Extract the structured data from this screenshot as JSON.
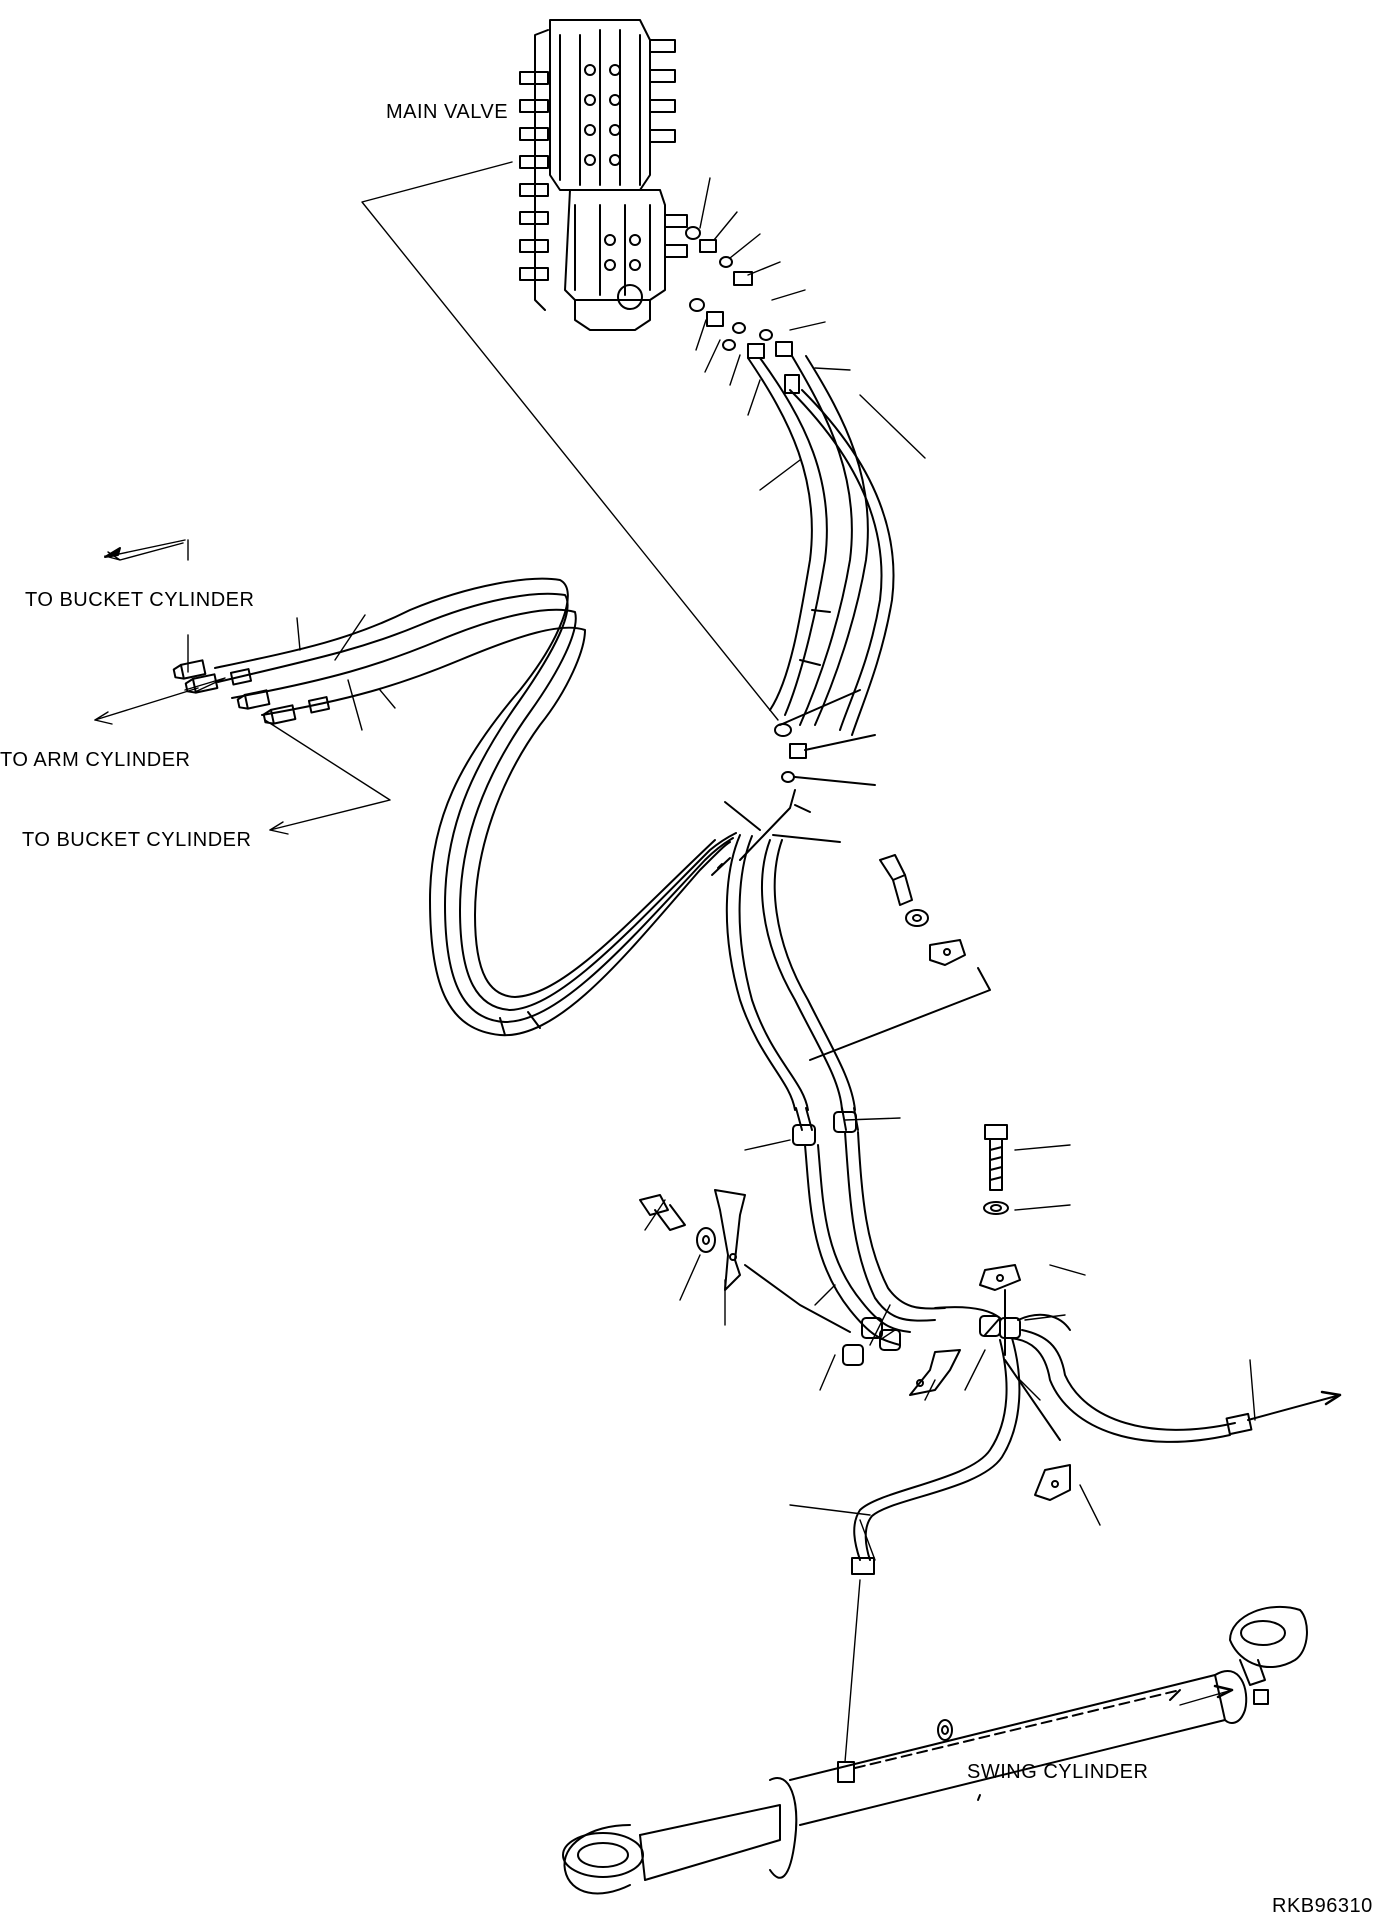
{
  "labels": {
    "main_valve": "MAIN VALVE",
    "to_bucket_cylinder_top": "TO BUCKET CYLINDER",
    "to_arm_cylinder": "TO ARM CYLINDER",
    "to_bucket_cylinder_bottom": "TO BUCKET CYLINDER",
    "swing_cylinder": "SWING CYLINDER",
    "drawing_code": "RKB96310"
  },
  "colors": {
    "line": "#000000",
    "background": "#ffffff"
  }
}
